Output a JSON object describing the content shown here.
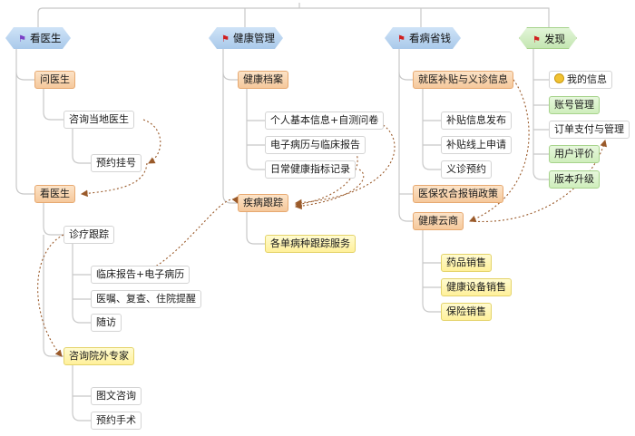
{
  "branches": {
    "kanyisheng": {
      "title": "看医生",
      "flag_color": "#7b3fc6",
      "ask_doctor": "问医生",
      "consult_local": "咨询当地医生",
      "appointment": "预约挂号",
      "see_doctor": "看医生",
      "treatment_tracking": "诊疗跟踪",
      "clinical_report": "临床报告+电子病历",
      "reminders": "医嘱、复查、住院提醒",
      "followup": "随访",
      "consult_expert": "咨询院外专家",
      "image_text_consult": "图文咨询",
      "book_surgery": "预约手术"
    },
    "health": {
      "title": "健康管理",
      "flag_color": "#d02020",
      "archive": "健康档案",
      "personal_info": "个人基本信息+自测问卷",
      "records": "电子病历与临床报告",
      "daily_indicators": "日常健康指标记录",
      "disease_tracking": "疾病跟踪",
      "single_disease_service": "各单病种跟踪服务"
    },
    "money": {
      "title": "看病省钱",
      "flag_color": "#d02020",
      "subsidy_info": "就医补贴与义诊信息",
      "subsidy_publish": "补贴信息发布",
      "subsidy_apply": "补贴线上申请",
      "free_clinic": "义诊预约",
      "insurance_policy": "医保农合报销政策",
      "health_cloud": "健康云商",
      "drug_sales": "药品销售",
      "device_sales": "健康设备销售",
      "insurance_sales": "保险销售"
    },
    "discover": {
      "title": "发现",
      "flag_color": "#d02020",
      "my_info": "我的信息",
      "account": "账号管理",
      "payment": "订单支付与管理",
      "review": "用户评价",
      "upgrade": "版本升级"
    }
  }
}
